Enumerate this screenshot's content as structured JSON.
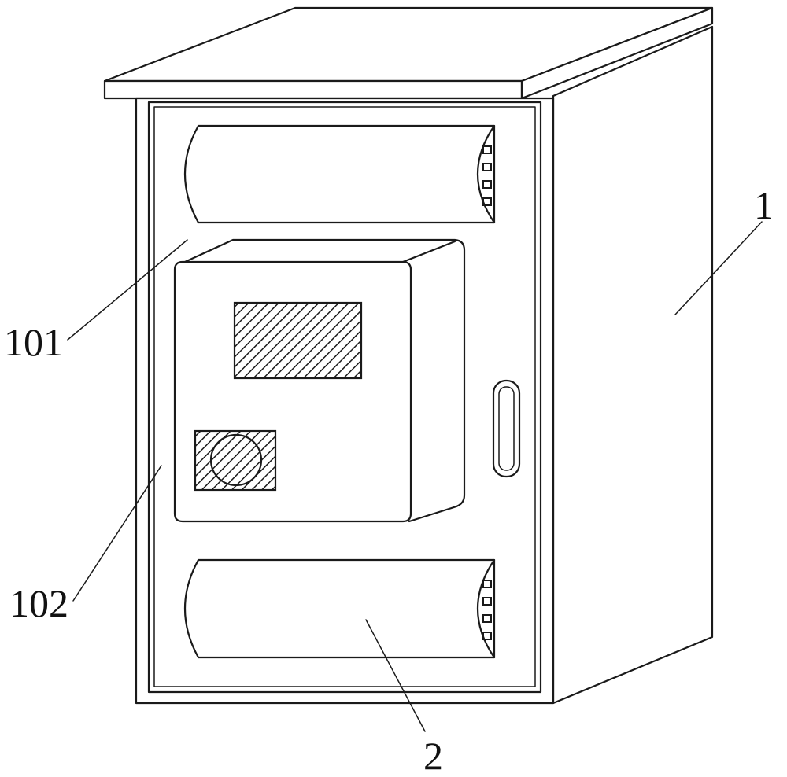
{
  "labels": {
    "cabinet": "1",
    "top_gap": "101",
    "side_gap": "102",
    "battery": "2"
  },
  "colors": {
    "line": "#1a1a1a",
    "background": "#ffffff",
    "hatch": "#1a1a1a"
  }
}
